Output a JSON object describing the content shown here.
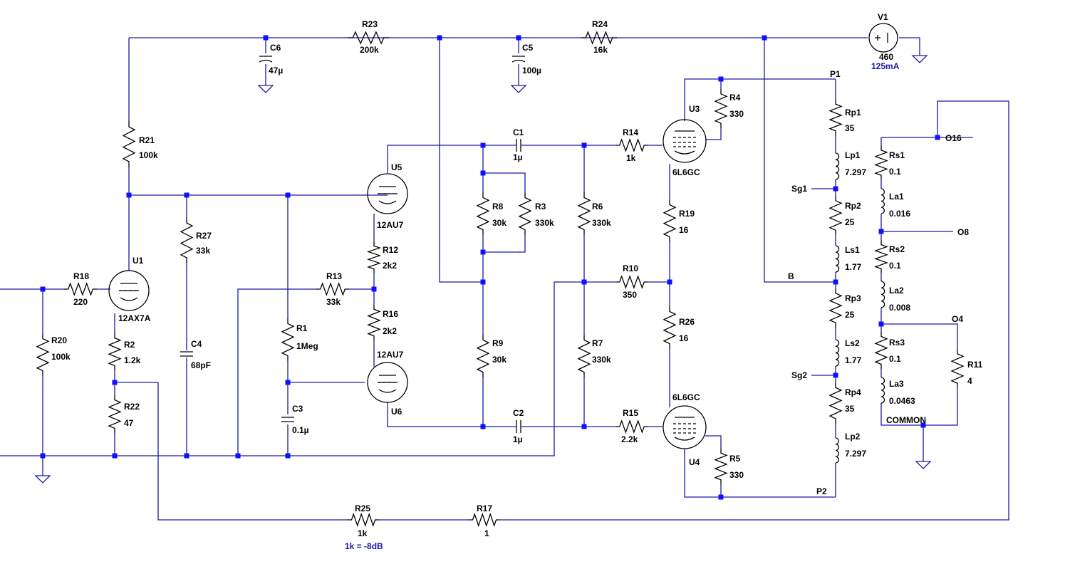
{
  "labels": {
    "r23": "R23",
    "r23v": "200k",
    "r24": "R24",
    "r24v": "16k",
    "c6": "C6",
    "c6v": "47µ",
    "c5": "C5",
    "c5v": "100µ",
    "v1": "V1",
    "v1v": "460",
    "v1i": "125mA",
    "r21": "R21",
    "r21v": "100k",
    "r27": "R27",
    "r27v": "33k",
    "u1": "U1",
    "u1t": "12AX7A",
    "r18": "R18",
    "r18v": "220",
    "r20": "R20",
    "r20v": "100k",
    "r2": "R2",
    "r2v": "1.2k",
    "r22": "R22",
    "r22v": "47",
    "c4": "C4",
    "c4v": "68pF",
    "r1": "R1",
    "r1v": "1Meg",
    "c3": "C3",
    "c3v": "0.1µ",
    "r13": "R13",
    "r13v": "33k",
    "u5": "U5",
    "u5t": "12AU7",
    "r12": "R12",
    "r12v": "2k2",
    "r16": "R16",
    "r16v": "2k2",
    "u6": "U6",
    "u6t": "12AU7",
    "c1": "C1",
    "c1v": "1µ",
    "c2": "C2",
    "c2v": "1µ",
    "r8": "R8",
    "r8v": "30k",
    "r3": "R3",
    "r3v": "330k",
    "r9": "R9",
    "r9v": "30k",
    "r6": "R6",
    "r6v": "330k",
    "r7": "R7",
    "r7v": "330k",
    "r14": "R14",
    "r14v": "1k",
    "r10": "R10",
    "r10v": "350",
    "r15": "R15",
    "r15v": "2.2k",
    "u3": "U3",
    "u3t": "6L6GC",
    "u4": "U4",
    "u4t": "6L6GC",
    "r4": "R4",
    "r4v": "330",
    "r5": "R5",
    "r5v": "330",
    "r19": "R19",
    "r19v": "16",
    "r26": "R26",
    "r26v": "16",
    "p1": "P1",
    "p2": "P2",
    "b": "B",
    "sg1": "Sg1",
    "sg2": "Sg2",
    "rp1": "Rp1",
    "rp1v": "35",
    "lp1": "Lp1",
    "lp1v": "7.297",
    "rp2": "Rp2",
    "rp2v": "25",
    "ls1": "Ls1",
    "ls1v": "1.77",
    "rp3": "Rp3",
    "rp3v": "25",
    "ls2": "Ls2",
    "ls2v": "1.77",
    "rp4": "Rp4",
    "rp4v": "35",
    "lp2": "Lp2",
    "lp2v": "7.297",
    "rs1": "Rs1",
    "rs1v": "0.1",
    "la1": "La1",
    "la1v": "0.016",
    "rs2": "Rs2",
    "rs2v": "0.1",
    "la2": "La2",
    "la2v": "0.008",
    "rs3": "Rs3",
    "rs3v": "0.1",
    "la3": "La3",
    "la3v": "0.0463",
    "o16": "O16",
    "o8": "O8",
    "o4": "O4",
    "common": "COMMON",
    "r11": "R11",
    "r11v": "4",
    "r25": "R25",
    "r25v": "1k",
    "r25note": "1k = -8dB",
    "r17": "R17",
    "r17v": "1"
  },
  "colors": {
    "wire": "#1a1aa6",
    "junction": "#1010ff",
    "component": "#000000"
  }
}
